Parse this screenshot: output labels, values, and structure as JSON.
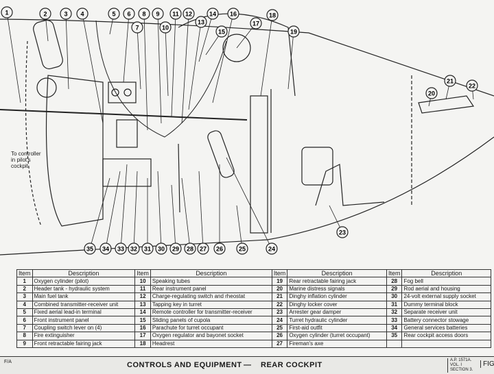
{
  "note": "To controller in pilot's cockpit",
  "table_headers": {
    "item": "Item",
    "description": "Description"
  },
  "items": [
    {
      "item": "1",
      "description": "Oxygen cylinder (pilot)"
    },
    {
      "item": "2",
      "description": "Header tank - hydraulic system"
    },
    {
      "item": "3",
      "description": "Main fuel tank"
    },
    {
      "item": "4",
      "description": "Combined transmitter-receiver unit"
    },
    {
      "item": "5",
      "description": "Fixed aerial lead-in terminal"
    },
    {
      "item": "6",
      "description": "Front instrument panel"
    },
    {
      "item": "7",
      "description": "Coupling switch lever on (4)"
    },
    {
      "item": "8",
      "description": "Fire extinguisher"
    },
    {
      "item": "9",
      "description": "Front retractable fairing jack"
    },
    {
      "item": "10",
      "description": "Speaking tubes"
    },
    {
      "item": "11",
      "description": "Rear instrument panel"
    },
    {
      "item": "12",
      "description": "Charge-regulating switch and rheostat"
    },
    {
      "item": "13",
      "description": "Tapping key in turret"
    },
    {
      "item": "14",
      "description": "Remote controller for transmitter-receiver"
    },
    {
      "item": "15",
      "description": "Sliding panels of cupola"
    },
    {
      "item": "16",
      "description": "Parachute for turret occupant"
    },
    {
      "item": "17",
      "description": "Oxygen regulator and bayonet socket"
    },
    {
      "item": "18",
      "description": "Headrest"
    },
    {
      "item": "19",
      "description": "Rear retractable fairing jack"
    },
    {
      "item": "20",
      "description": "Marine distress signals"
    },
    {
      "item": "21",
      "description": "Dinghy inflation cylinder"
    },
    {
      "item": "22",
      "description": "Dinghy locker cover"
    },
    {
      "item": "23",
      "description": "Arrester gear damper"
    },
    {
      "item": "24",
      "description": "Turret hydraulic cylinder"
    },
    {
      "item": "25",
      "description": "First-aid outfit"
    },
    {
      "item": "26",
      "description": "Oxygen cylinder (turret occupant)"
    },
    {
      "item": "27",
      "description": "Fireman's axe"
    },
    {
      "item": "28",
      "description": "Fog bell"
    },
    {
      "item": "29",
      "description": "Rod aerial and housing"
    },
    {
      "item": "30",
      "description": "24-volt external supply socket"
    },
    {
      "item": "31",
      "description": "Dummy terminal block"
    },
    {
      "item": "32",
      "description": "Separate receiver unit"
    },
    {
      "item": "33",
      "description": "Battery connector stowage"
    },
    {
      "item": "34",
      "description": "General services batteries"
    },
    {
      "item": "35",
      "description": "Rear cockpit access doors"
    }
  ],
  "footer": {
    "left_mark": "F/A",
    "title": "CONTROLS AND EQUIPMENT",
    "dash": "—",
    "subtitle": "REAR COCKPIT",
    "reference": "A.P. 1571A. VOL. I SECTION 3.",
    "fig": "FIG"
  }
}
